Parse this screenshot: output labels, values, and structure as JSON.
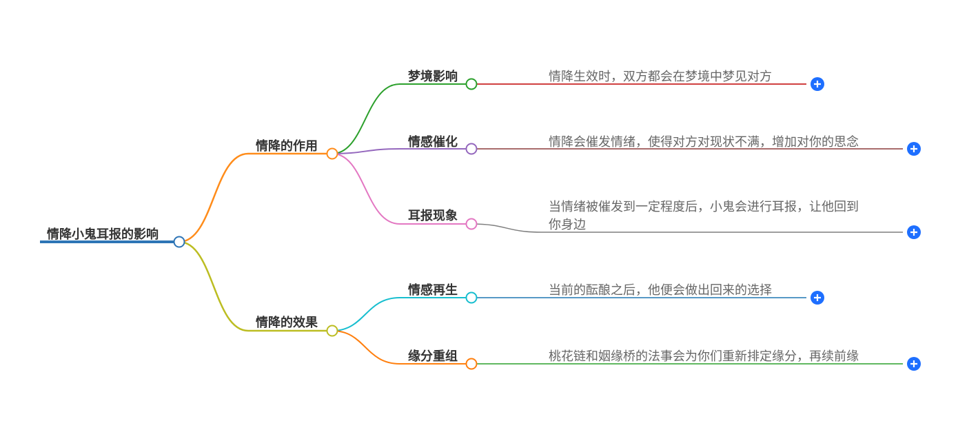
{
  "root": {
    "label": "情降小鬼耳报的影响",
    "color": "#2e75b6"
  },
  "branches": [
    {
      "label": "情降的作用",
      "color": "#ff8c1a",
      "children": [
        {
          "label": "梦境影响",
          "color": "#2ca02c",
          "leaf_color": "#c00000",
          "leaf_lines": [
            "情降生效时，双方都会在梦境中梦见对方"
          ]
        },
        {
          "label": "情感催化",
          "color": "#9467bd",
          "leaf_color": "#8c3a3a",
          "leaf_lines": [
            "情降会催发情绪，使得对方对现状不满，增加对你的思念"
          ]
        },
        {
          "label": "耳报现象",
          "color": "#e377c2",
          "leaf_color": "#7f7f7f",
          "leaf_lines": [
            "当情绪被催发到一定程度后，小鬼会进行耳报，让他回到",
            "你身边"
          ]
        }
      ]
    },
    {
      "label": "情降的效果",
      "color": "#bcbd22",
      "children": [
        {
          "label": "情感再生",
          "color": "#17becf",
          "leaf_color": "#1f77b4",
          "leaf_lines": [
            "当前的酝酿之后，他便会做出回来的选择"
          ]
        },
        {
          "label": "缘分重组",
          "color": "#ff7f0e",
          "leaf_color": "#2ca02c",
          "leaf_lines": [
            "桃花链和姻缘桥的法事会为你们重新排定缘分，再续前缘"
          ]
        }
      ]
    }
  ],
  "expand_icon": {
    "name": "plus-icon",
    "color": "#1e6fff"
  }
}
